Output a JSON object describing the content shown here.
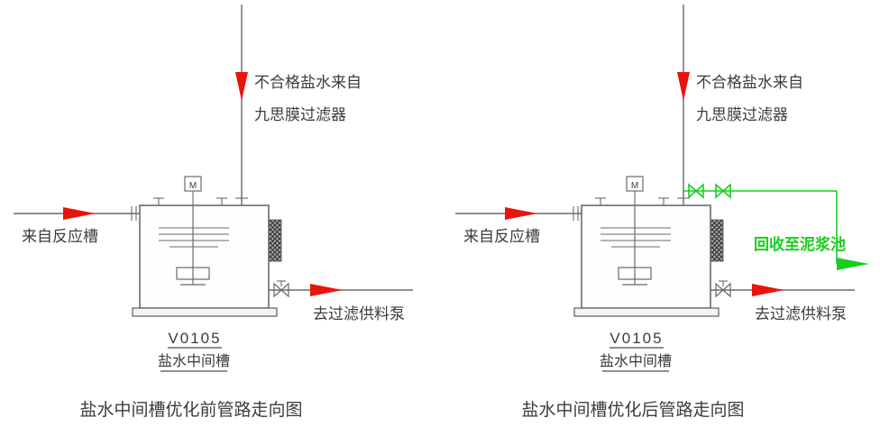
{
  "colors": {
    "line": "#6a6a6a",
    "text": "#3c3c3c",
    "red": "#e8140e",
    "green": "#17cf1e"
  },
  "diagrams": [
    {
      "caption": "盐水中间槽优化前管路走向图",
      "tank_tag": "V0105",
      "tank_name": "盐水中间槽",
      "motor_label": "M",
      "labels": {
        "top_inlet_line1": "不合格盐水来自",
        "top_inlet_line2": "九思膜过滤器",
        "left_inlet": "来自反应槽",
        "outlet": "去过滤供料泵"
      }
    },
    {
      "caption": "盐水中间槽优化后管路走向图",
      "tank_tag": "V0105",
      "tank_name": "盐水中间槽",
      "motor_label": "M",
      "labels": {
        "top_inlet_line1": "不合格盐水来自",
        "top_inlet_line2": "九思膜过滤器",
        "left_inlet": "来自反应槽",
        "outlet": "去过滤供料泵",
        "recycle": "回收至泥浆池"
      }
    }
  ]
}
